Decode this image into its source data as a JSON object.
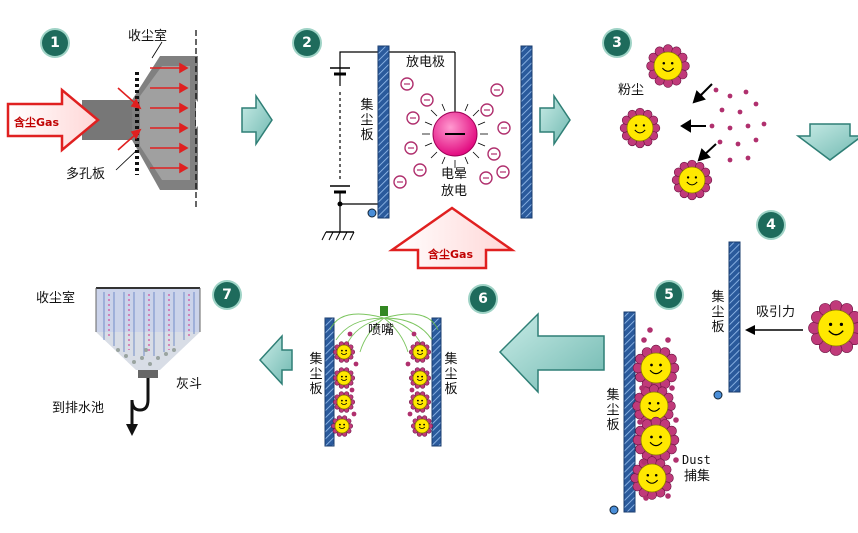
{
  "steps": [
    "1",
    "2",
    "3",
    "4",
    "5",
    "6",
    "7"
  ],
  "labels": {
    "dust_chamber_1": "收尘室",
    "perforated_plate": "多孔板",
    "gas_in": "含尘Gas",
    "discharge_electrode": "放电极",
    "collector_plate": "集尘板",
    "corona_discharge": "电晕\n放电",
    "dust": "粉尘",
    "attraction": "吸引力",
    "dust_capture_en": "Dust",
    "dust_capture": "捕集",
    "nozzle": "喷嘴",
    "dust_chamber_7": "收尘室",
    "ash_hopper": "灰斗",
    "to_drain": "到排水池"
  },
  "colors": {
    "plate": "#2a5a9c",
    "arrow_teal": "#8ecfc8",
    "gas_red": "#e02020",
    "particle": "#b0306e",
    "dust_yellow": "#ffe800",
    "electrode_pink": "#ff3399"
  }
}
